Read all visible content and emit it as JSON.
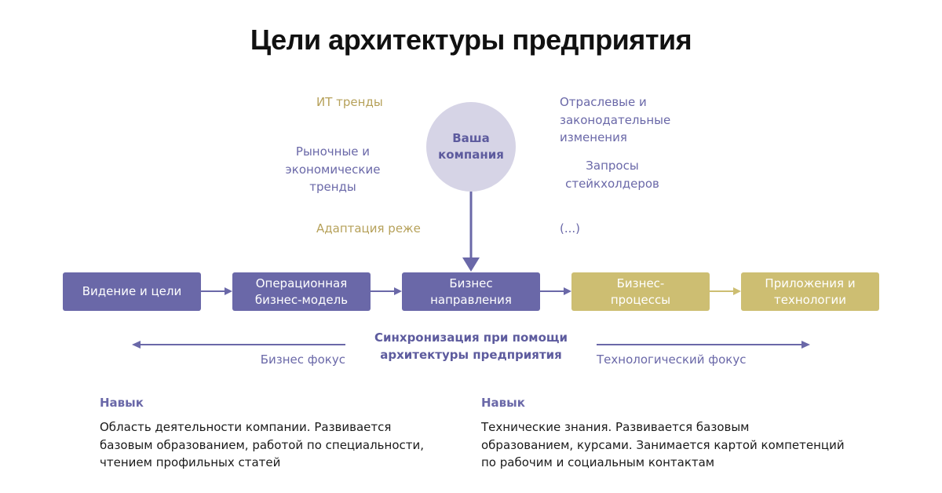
{
  "title": "Цели архитектуры предприятия",
  "center": {
    "label": "Ваша\nкомпания"
  },
  "factors": {
    "it_trends": "ИТ тренды",
    "market_trends": "Рыночные и\nэкономические\nтренды",
    "adaptation": "Адаптация реже",
    "industry_changes": "Отраслевые и\nзаконодательные\nизменения",
    "stakeholder_requests": "Запросы\nстейкхолдеров",
    "ellipsis": "(...)"
  },
  "chain": [
    {
      "label": "Видение и цели"
    },
    {
      "label": "Операционная\nбизнес-модель"
    },
    {
      "label": "Бизнес\nнаправления"
    },
    {
      "label": "Бизнес-\nпроцессы"
    },
    {
      "label": "Приложения и\nтехнологии"
    }
  ],
  "sync_label": "Синхронизация при помощи\nархитектуры предприятия",
  "focus": {
    "business": "Бизнес фокус",
    "technology": "Технологический фокус"
  },
  "skills": {
    "left": {
      "title": "Навык",
      "text": "Область деятельности компании. Развивается\nбазовым образованием, работой по специальности,\nчтением профильных статей"
    },
    "right": {
      "title": "Навык",
      "text": "Технические знания. Развивается базовым\nобразованием, курсами. Занимается картой компетенций\nпо рабочим и социальным контактам"
    }
  },
  "colors": {
    "purple": "#6a68a8",
    "gold": "#cdbe72",
    "circle": "#d6d4e6"
  }
}
